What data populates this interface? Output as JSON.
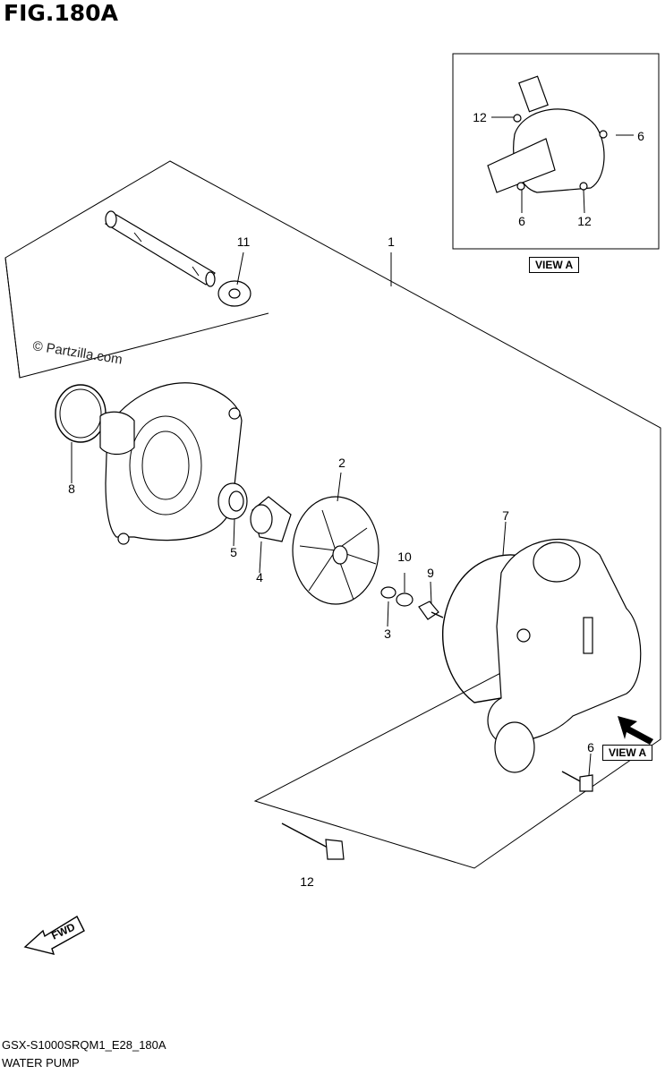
{
  "figure": {
    "title": "FIG.180A"
  },
  "footer": {
    "model_code": "GSX-S1000SRQM1_E28_180A",
    "section_name": "WATER PUMP"
  },
  "watermark": "© Partzilla.com",
  "view_a": {
    "label": "VIEW A",
    "inset_label": "VIEW A"
  },
  "fwd_label": "FWD",
  "callouts": {
    "c1": "1",
    "c2": "2",
    "c3": "3",
    "c4": "4",
    "c5": "5",
    "c6": "6",
    "c7": "7",
    "c8": "8",
    "c9": "9",
    "c10": "10",
    "c11": "11",
    "c12": "12",
    "inset_12_top": "12",
    "inset_6_right": "6",
    "inset_6_bottom": "6",
    "inset_12_bottom": "12"
  }
}
